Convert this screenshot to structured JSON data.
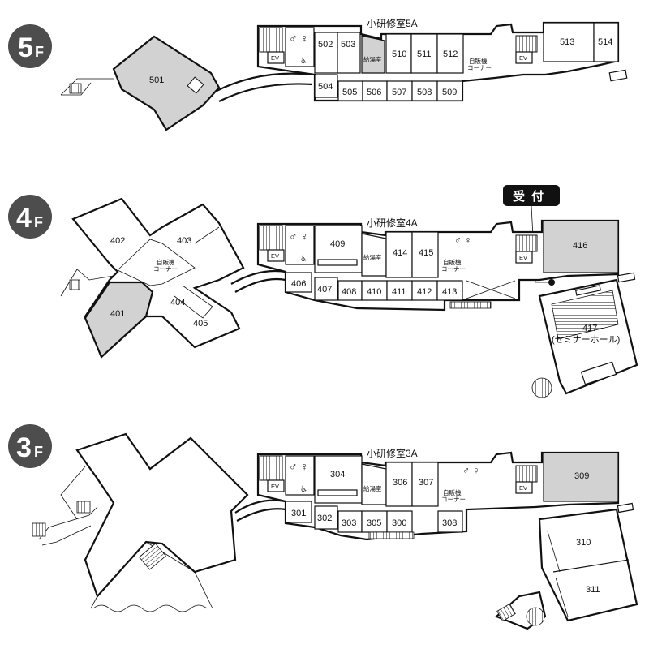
{
  "floors": {
    "f5": {
      "badge_num": "5",
      "badge_suffix": "F",
      "section": "小研修室5A",
      "rooms": {
        "r501": "501",
        "r502": "502",
        "r503": "503",
        "r504": "504",
        "r505": "505",
        "r506": "506",
        "r507": "507",
        "r508": "508",
        "r509": "509",
        "r510": "510",
        "r511": "511",
        "r512": "512",
        "r513": "513",
        "r514": "514"
      },
      "ev_left": "EV",
      "ev_right": "EV",
      "kyutou": "給湯室",
      "vending_1": "自販機",
      "vending_2": "コーナー"
    },
    "f4": {
      "badge_num": "4",
      "badge_suffix": "F",
      "section": "小研修室4A",
      "reception": "受 付",
      "rooms": {
        "r401": "401",
        "r402": "402",
        "r403": "403",
        "r404": "404",
        "r405": "405",
        "r406": "406",
        "r407": "407",
        "r408": "408",
        "r409": "409",
        "r410": "410",
        "r411": "411",
        "r412": "412",
        "r413": "413",
        "r414": "414",
        "r415": "415",
        "r416": "416",
        "r417": "417"
      },
      "hall_name": "(セミナーホール)",
      "ev_left": "EV",
      "ev_right": "EV",
      "kyutou": "給湯室",
      "vending_1": "自販機",
      "vending_2": "コーナー",
      "vending_x_1": "自販機",
      "vending_x_2": "コーナー"
    },
    "f3": {
      "badge_num": "3",
      "badge_suffix": "F",
      "section": "小研修室3A",
      "rooms": {
        "r300": "300",
        "r301": "301",
        "r302": "302",
        "r303": "303",
        "r304": "304",
        "r305": "305",
        "r306": "306",
        "r307": "307",
        "r308": "308",
        "r309": "309",
        "r310": "310",
        "r311": "311"
      },
      "ev_left": "EV",
      "ev_right": "EV",
      "kyutou": "給湯室",
      "vending_1": "自販機",
      "vending_2": "コーナー"
    }
  },
  "colors": {
    "badge": "#4d4d4d",
    "shaded_room": "#d2d2d2",
    "reception_bg": "#111111",
    "line": "#111111"
  }
}
